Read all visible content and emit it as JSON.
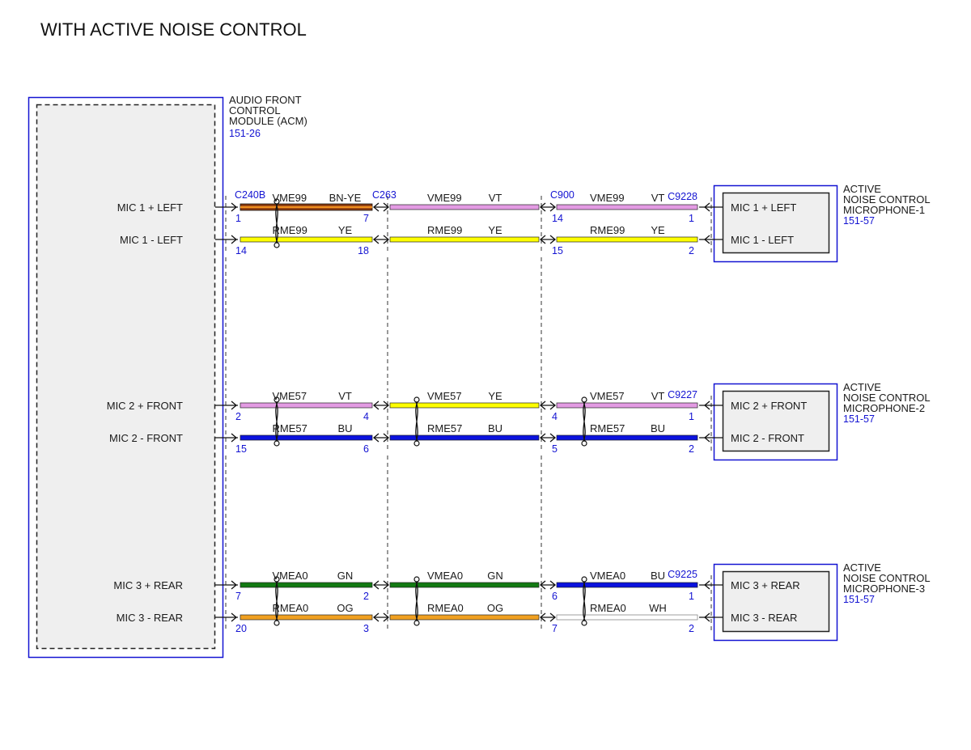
{
  "title": "WITH ACTIVE NOISE CONTROL",
  "colors": {
    "outline_blue": "#1414d2",
    "text_blue": "#1414d2",
    "box_fill": "#efefef",
    "VT": "#e39be3",
    "YE": "#ffff00",
    "BN-YE": [
      "#8b3a0e",
      "#f09020"
    ],
    "BU": "#0b12de",
    "GN": "#137a13",
    "OG": "#f0a020",
    "WH": "#ffffff"
  },
  "acm": {
    "name_lines": [
      "AUDIO FRONT",
      "CONTROL",
      "MODULE (ACM)"
    ],
    "ref": "151-26",
    "pins": [
      "MIC 1 + LEFT",
      "MIC 1 - LEFT",
      "MIC 2 + FRONT",
      "MIC 2 - FRONT",
      "MIC 3 + REAR",
      "MIC 3 - REAR"
    ]
  },
  "connectors": {
    "acm": "C240B",
    "inline1": "C263",
    "inline2": "C900"
  },
  "microphones": [
    {
      "name_lines": [
        "ACTIVE",
        "NOISE CONTROL",
        "MICROPHONE-1"
      ],
      "ref": "151-57",
      "connector": "C9228",
      "pins": [
        "MIC 1 + LEFT",
        "MIC 1 - LEFT"
      ]
    },
    {
      "name_lines": [
        "ACTIVE",
        "NOISE CONTROL",
        "MICROPHONE-2"
      ],
      "ref": "151-57",
      "connector": "C9227",
      "pins": [
        "MIC 2 + FRONT",
        "MIC 2 - FRONT"
      ]
    },
    {
      "name_lines": [
        "ACTIVE",
        "NOISE CONTROL",
        "MICROPHONE-3"
      ],
      "ref": "151-57",
      "connector": "C9225",
      "pins": [
        "MIC 3 + REAR",
        "MIC 3 - REAR"
      ]
    }
  ],
  "wires": [
    {
      "segments": [
        {
          "circuit": "VME99",
          "color": "BN-YE",
          "pin_left": "1",
          "pin_right": "7"
        },
        {
          "circuit": "VME99",
          "color": "VT"
        },
        {
          "circuit": "VME99",
          "color": "VT",
          "pin_left": "14",
          "pin_right": "1"
        }
      ]
    },
    {
      "segments": [
        {
          "circuit": "RME99",
          "color": "YE",
          "pin_left": "14",
          "pin_right": "18"
        },
        {
          "circuit": "RME99",
          "color": "YE"
        },
        {
          "circuit": "RME99",
          "color": "YE",
          "pin_left": "15",
          "pin_right": "2"
        }
      ]
    },
    {
      "segments": [
        {
          "circuit": "VME57",
          "color": "VT",
          "pin_left": "2",
          "pin_right": "4"
        },
        {
          "circuit": "VME57",
          "color": "YE"
        },
        {
          "circuit": "VME57",
          "color": "VT",
          "pin_left": "4",
          "pin_right": "1"
        }
      ]
    },
    {
      "segments": [
        {
          "circuit": "RME57",
          "color": "BU",
          "pin_left": "15",
          "pin_right": "6"
        },
        {
          "circuit": "RME57",
          "color": "BU"
        },
        {
          "circuit": "RME57",
          "color": "BU",
          "pin_left": "5",
          "pin_right": "2"
        }
      ]
    },
    {
      "segments": [
        {
          "circuit": "VMEA0",
          "color": "GN",
          "pin_left": "7",
          "pin_right": "2"
        },
        {
          "circuit": "VMEA0",
          "color": "GN"
        },
        {
          "circuit": "VMEA0",
          "color": "BU",
          "pin_left": "6",
          "pin_right": "1"
        }
      ]
    },
    {
      "segments": [
        {
          "circuit": "RMEA0",
          "color": "OG",
          "pin_left": "20",
          "pin_right": "3"
        },
        {
          "circuit": "RMEA0",
          "color": "OG"
        },
        {
          "circuit": "RMEA0",
          "color": "WH",
          "pin_left": "7",
          "pin_right": "2"
        }
      ]
    }
  ],
  "twisted_pairs": [
    {
      "pair": 1,
      "segments": [
        1
      ]
    },
    {
      "pair": 2,
      "segments": [
        1,
        2,
        3
      ]
    },
    {
      "pair": 3,
      "segments": [
        1,
        2,
        3
      ]
    }
  ]
}
